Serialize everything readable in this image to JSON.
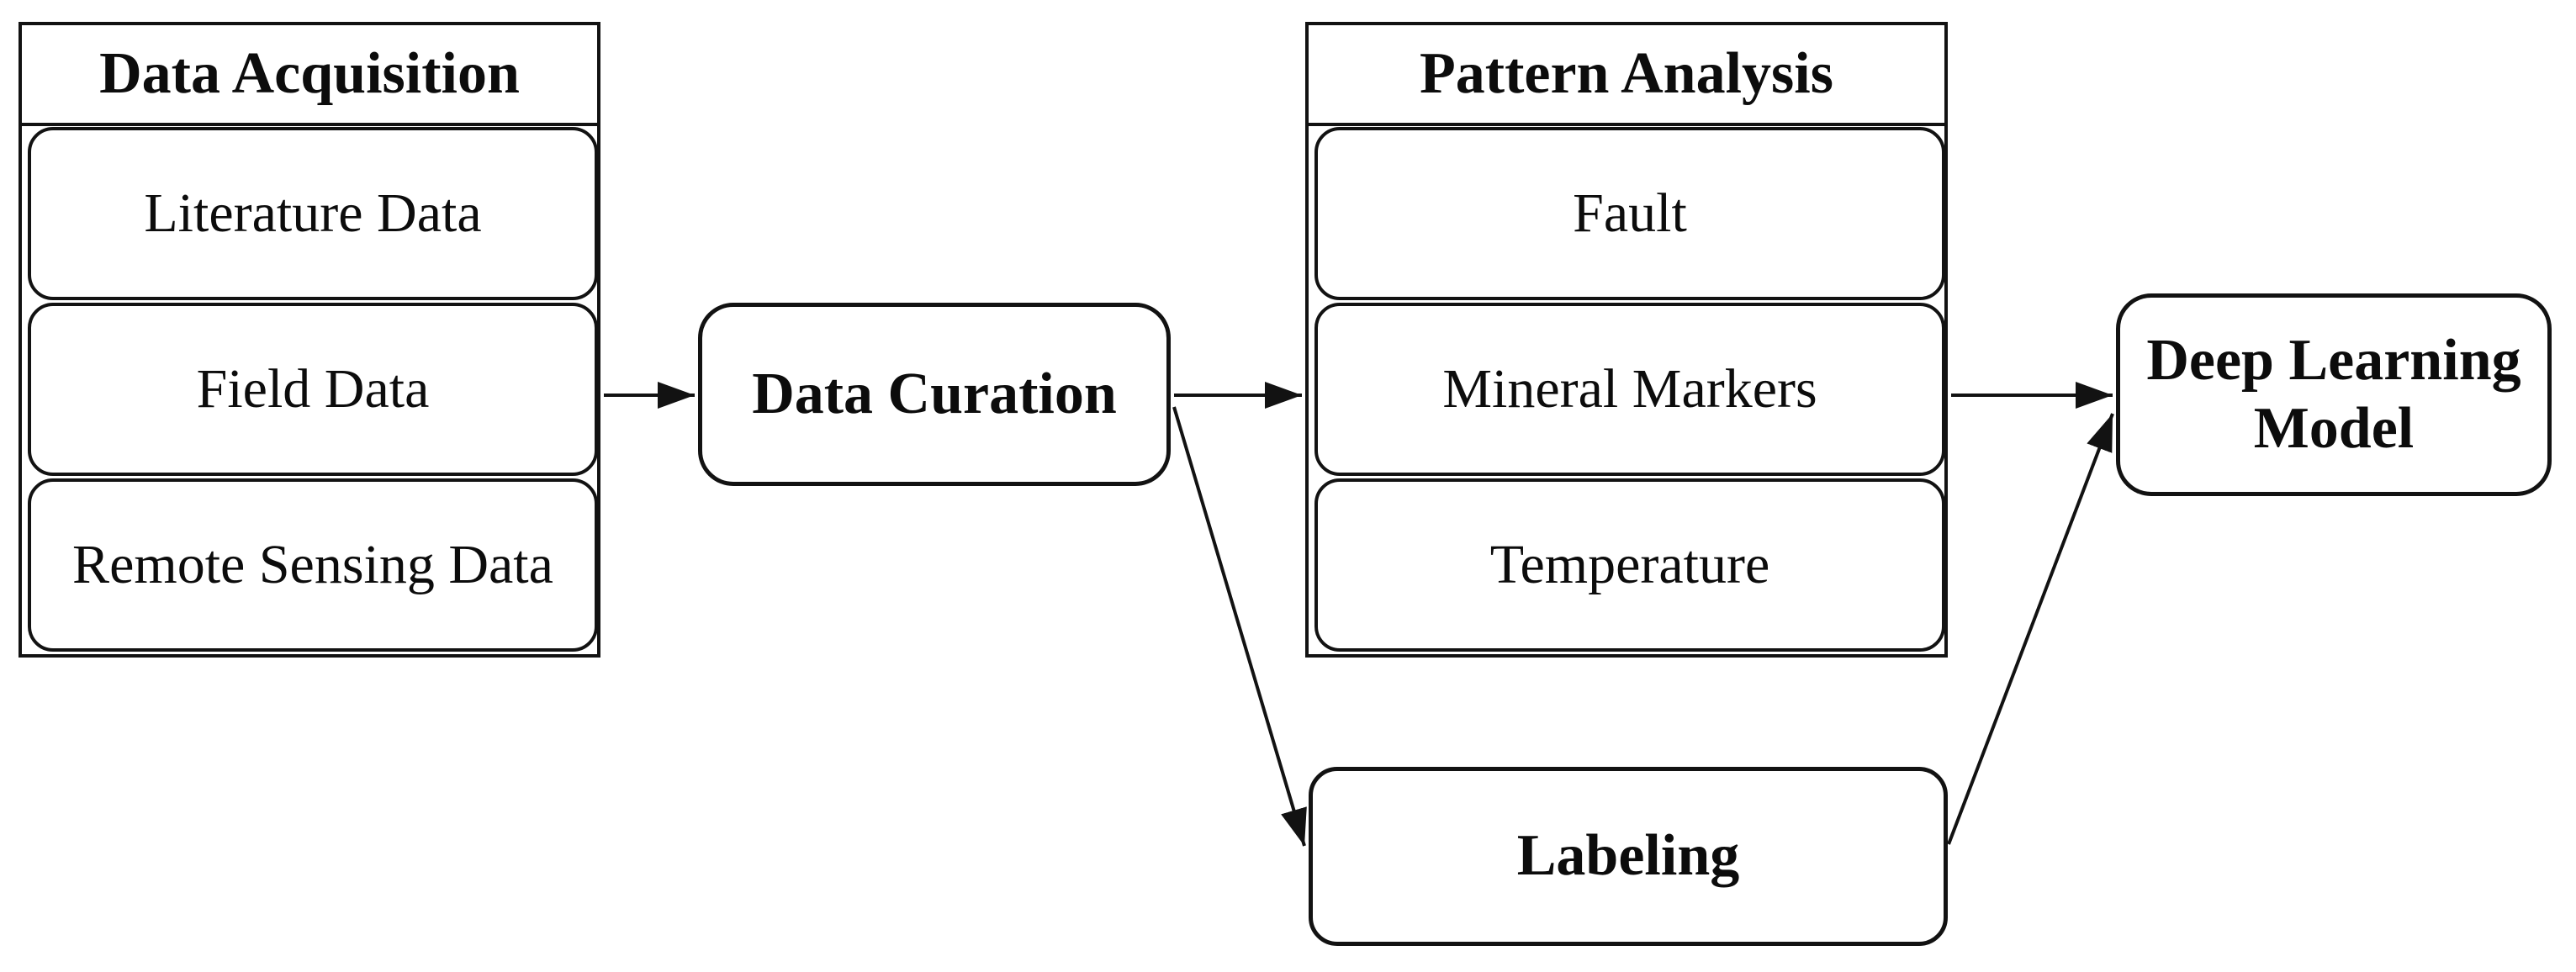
{
  "canvas": {
    "background": "#ffffff",
    "line_color": "#121212",
    "text_color": "#0c0c0c"
  },
  "groups": [
    {
      "title": "Data Acquisition",
      "items": [
        "Literature Data",
        "Field Data",
        "Remote Sensing Data"
      ]
    },
    {
      "title": "Pattern Analysis",
      "items": [
        "Fault",
        "Mineral Markers",
        "Temperature"
      ]
    }
  ],
  "nodes": [
    {
      "label": "Data Curation"
    },
    {
      "label": "Labeling"
    },
    {
      "label": "Deep Learning Model"
    }
  ],
  "edges": [
    {
      "from": "Data Acquisition",
      "to": "Data Curation"
    },
    {
      "from": "Data Curation",
      "to": "Pattern Analysis"
    },
    {
      "from": "Pattern Analysis",
      "to": "Deep Learning Model"
    },
    {
      "from": "Data Curation",
      "to": "Labeling"
    },
    {
      "from": "Labeling",
      "to": "Deep Learning Model"
    }
  ]
}
